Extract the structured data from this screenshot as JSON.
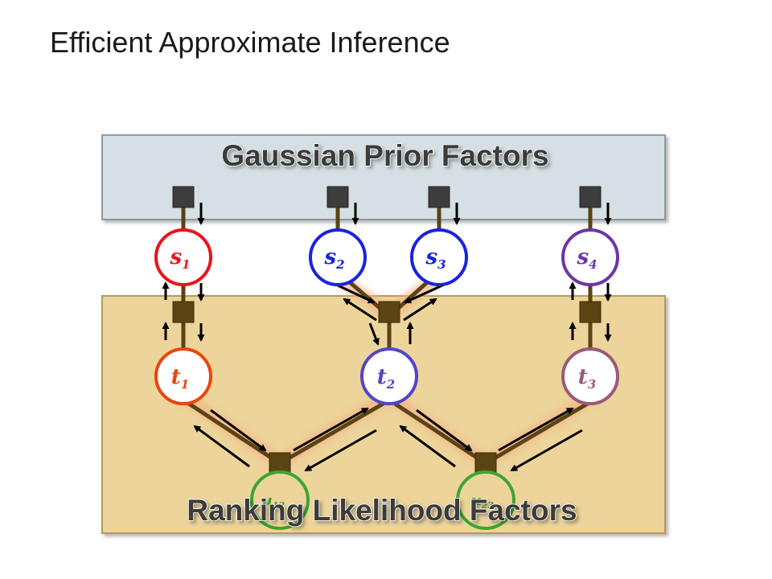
{
  "slide": {
    "title": "Efficient Approximate Inference"
  },
  "panels": {
    "prior": {
      "label": "Gaussian Prior Factors"
    },
    "likelihood": {
      "label": "Ranking Likelihood Factors"
    }
  },
  "skills": [
    {
      "name": "s",
      "sub": "1",
      "color": "#e8141e"
    },
    {
      "name": "s",
      "sub": "2",
      "color": "#1a22e0"
    },
    {
      "name": "s",
      "sub": "3",
      "color": "#1a22e0"
    },
    {
      "name": "s",
      "sub": "4",
      "color": "#6e35a6"
    }
  ],
  "performances": [
    {
      "name": "t",
      "sub": "1",
      "color": "#e8460f"
    },
    {
      "name": "t",
      "sub": "2",
      "color": "#5245c8"
    },
    {
      "name": "t",
      "sub": "3",
      "color": "#9a5a7a"
    }
  ],
  "differences": [
    {
      "name": "u",
      "sub": "12",
      "color": "#3ca534"
    },
    {
      "name": "u",
      "sub": "23",
      "color": "#3ca534"
    }
  ],
  "colors": {
    "prior_bg": "#d6e0e4",
    "likelihood_bg": "#ecd49a",
    "factor": "#3d3d3d",
    "edge": "#5a4413"
  }
}
